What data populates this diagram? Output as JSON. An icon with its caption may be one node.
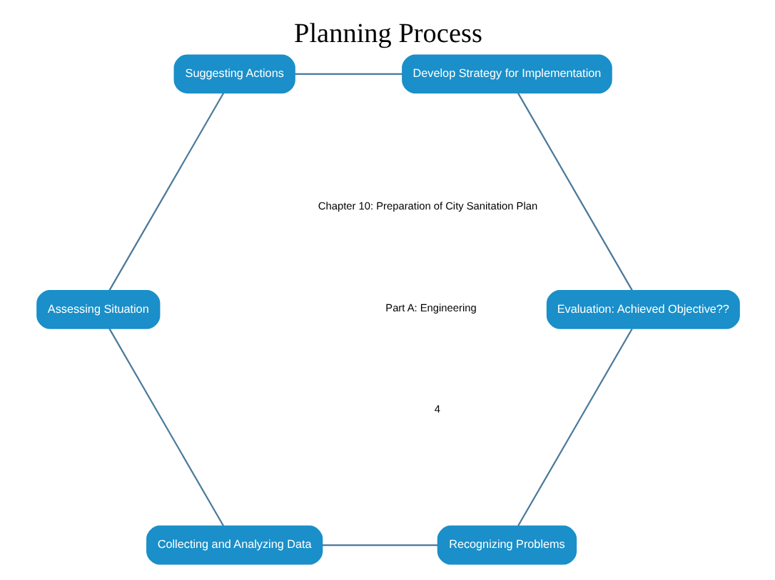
{
  "diagram": {
    "title": "Planning Process",
    "nodes": [
      {
        "text": [
          "Recognizing Problems"
        ]
      },
      {
        "text": [
          "Collecting and Analyzing Data"
        ]
      },
      {
        "text": [
          "Assessing Situation"
        ]
      },
      {
        "text": [
          "Suggesting Actions"
        ]
      },
      {
        "text": [
          "Develop Strategy for Implementation"
        ]
      },
      {
        "text": [
          "Evaluation: Achieved Objective??"
        ]
      }
    ],
    "edges": [
      {
        "from": 0,
        "to": 1,
        "arrow": "none"
      },
      {
        "from": 1,
        "to": 2,
        "arrow": "none"
      },
      {
        "from": 2,
        "to": 3,
        "arrow": "none"
      },
      {
        "from": 3,
        "to": 4,
        "arrow": "none"
      },
      {
        "from": 4,
        "to": 5,
        "arrow": "none"
      },
      {
        "from": 5,
        "to": 0,
        "arrow": "none"
      }
    ],
    "labels": [
      "Part A: Engineering",
      "Chapter 10: Preparation of City Sanitation Plan",
      "4"
    ]
  }
}
